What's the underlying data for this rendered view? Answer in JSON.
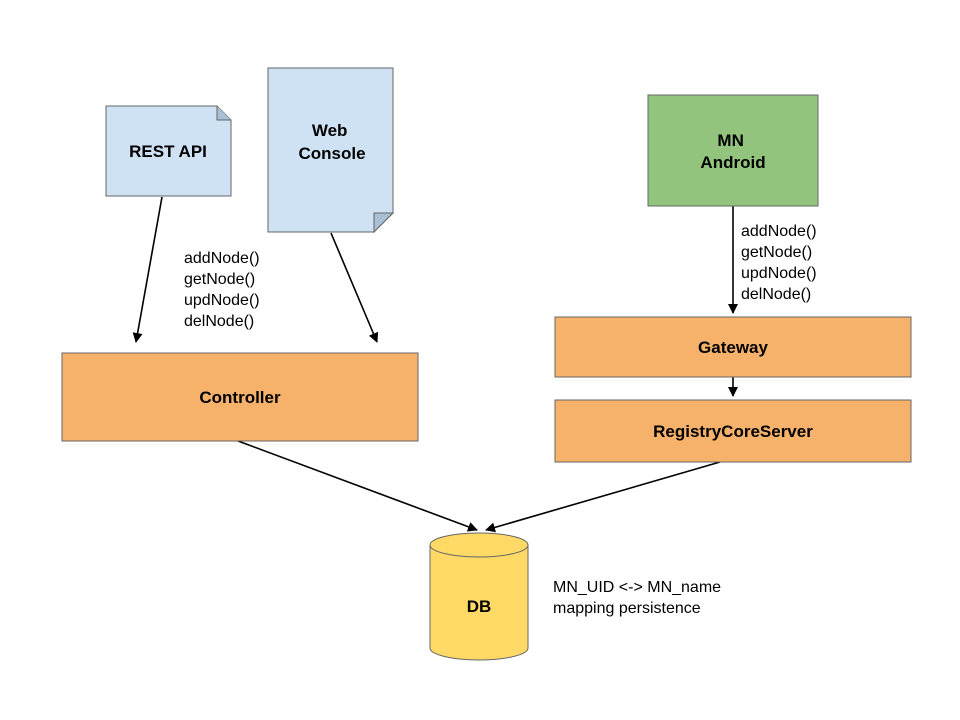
{
  "nodes": {
    "rest_api": {
      "label": "REST API",
      "fill": "#cfe2f3"
    },
    "web_console": {
      "label_lines": [
        "Web",
        "Console"
      ],
      "fill": "#cfe2f3"
    },
    "mn_android": {
      "label_lines": [
        "MN",
        "Android"
      ],
      "fill": "#93c47d"
    },
    "controller": {
      "label": "Controller",
      "fill": "#f6b26b"
    },
    "gateway": {
      "label": "Gateway",
      "fill": "#f6b26b"
    },
    "registry_core_server": {
      "label": "RegistryCoreServer",
      "fill": "#f6b26b"
    },
    "db": {
      "label": "DB",
      "fill": "#ffd966"
    }
  },
  "annotations": {
    "left_methods": [
      "addNode()",
      "getNode()",
      "updNode()",
      "delNode()"
    ],
    "right_methods": [
      "addNode()",
      "getNode()",
      "updNode()",
      "delNode()"
    ],
    "db_note": [
      "MN_UID <-> MN_name",
      "mapping persistence"
    ]
  },
  "colors": {
    "stroke": "#000000",
    "border": "#666666"
  }
}
